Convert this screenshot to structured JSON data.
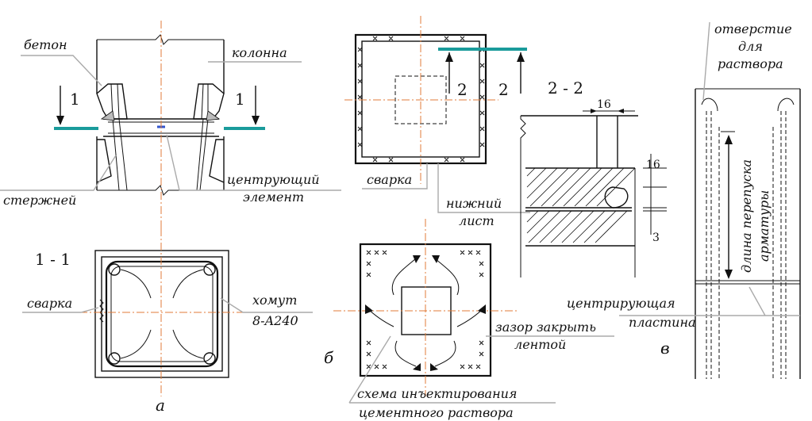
{
  "labels": {
    "beton": "бетон",
    "kolonna": "колонна",
    "sterzhney": "стержней",
    "centr_element_1": "центрующий",
    "centr_element_2": "элемент",
    "svarka_a": "сварка",
    "khomut_1": "хомут",
    "khomut_2": "8-A240",
    "svarka_b": "сварка",
    "nizhniy_1": "нижний",
    "nizhniy_2": "лист",
    "zazor_1": "зазор закрыть",
    "zazor_2": "лентой",
    "skhema_1": "схема инъектирования",
    "skhema_2": "цементного раствора",
    "otverstie_1": "отверстие",
    "otverstie_2": "для",
    "otverstie_3": "раствора",
    "dlina_1": "длина перепуска",
    "dlina_2": "арматуры",
    "centr_plast_1": "центрирующая",
    "centr_plast_2": "пластина"
  },
  "section_marks": {
    "cut1_left": "1",
    "cut1_right": "1",
    "cut2_left": "2",
    "cut2_right": "2",
    "section_1_1": "1 - 1",
    "section_2_2": "2 - 2"
  },
  "dimensions": {
    "d16_top": "16",
    "d16_right": "16",
    "d3": "3"
  },
  "figure_letters": {
    "a": "а",
    "b": "б",
    "v": "в"
  },
  "colors": {
    "axis": "#e07b39",
    "cut_line": "#1a9b9b",
    "leader": "#aaaaaa"
  }
}
